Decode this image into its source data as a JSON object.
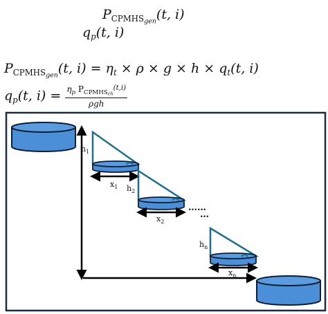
{
  "equations": {
    "top1": {
      "P": "P",
      "sub": "CPMHS",
      "subsub": "gen",
      "args": "(t, i)"
    },
    "top2": {
      "q": "q",
      "sub": "p",
      "args": "(t, i)"
    },
    "main1": {
      "lhs_P": "P",
      "lhs_sub": "CPMHS",
      "lhs_subsub": "gen",
      "lhs_args": "(t, i) =",
      "eta": "η",
      "eta_sub": "t",
      "rest": "× ρ × g × h × q",
      "q_sub": "t",
      "q_args": "(t, i)"
    },
    "main2": {
      "lhs_q": "q",
      "lhs_sub": "p",
      "lhs_args": "(t, i) =",
      "num_eta": "η",
      "num_eta_sub": "p",
      "num_P": "P",
      "num_sub": "CPMHS",
      "num_subsub": "ch",
      "num_args": "(t,i)",
      "den": "ρgh"
    }
  },
  "diagram": {
    "labels": {
      "h1": "h",
      "h1_sub": "1",
      "x1": "x",
      "x1_sub": "1",
      "h2": "h",
      "h2_sub": "2",
      "x2": "x",
      "x2_sub": "2",
      "hn": "h",
      "hn_sub": "n",
      "xn": "x",
      "xn_sub": "n",
      "dots_h": "……",
      "dots_v": "…"
    },
    "colors": {
      "tank_fill": "#4a8fd8",
      "tank_top": "#5b9be0",
      "outline": "#0e1e33",
      "triangle": "#1f6d8f",
      "frame": "#1a2a40"
    }
  }
}
